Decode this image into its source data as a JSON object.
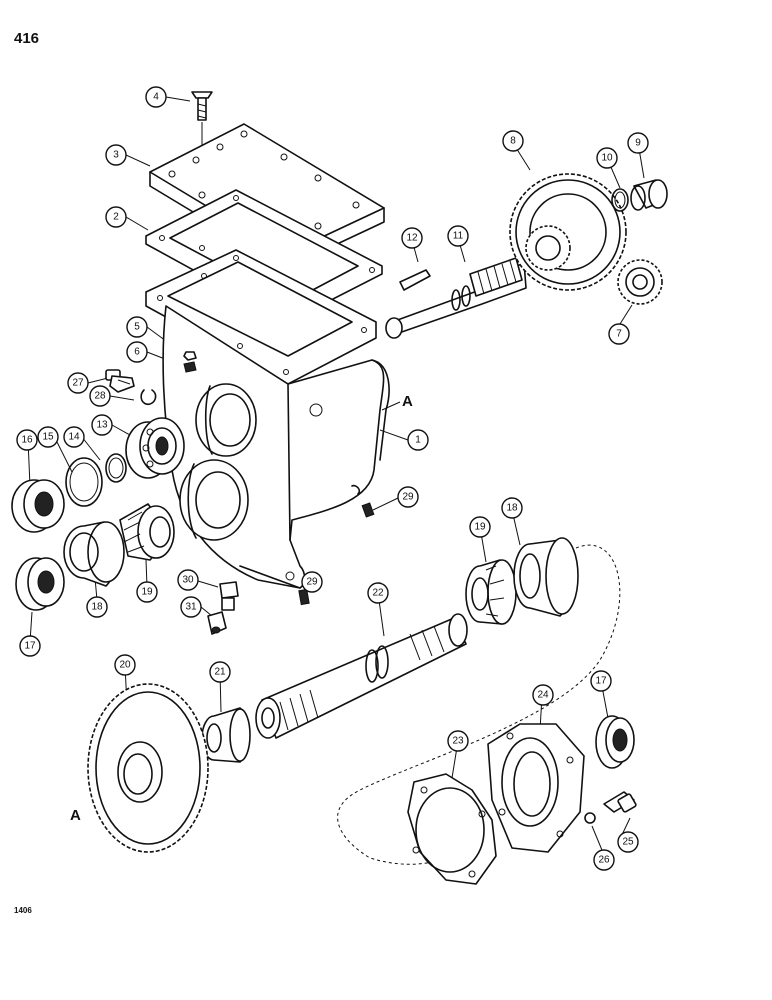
{
  "page": {
    "number": "416",
    "figure_code": "1406"
  },
  "reference_marks": [
    {
      "id": "ref-a-housing",
      "label": "A"
    },
    {
      "id": "ref-a-gear",
      "label": "A"
    }
  ],
  "callouts": {
    "c1": "1",
    "c2": "2",
    "c3": "3",
    "c4": "4",
    "c5": "5",
    "c6": "6",
    "c7": "7",
    "c8": "8",
    "c9": "9",
    "c10": "10",
    "c11": "11",
    "c12": "12",
    "c13": "13",
    "c14": "14",
    "c15": "15",
    "c16": "16",
    "c17a": "17",
    "c17b": "17",
    "c18a": "18",
    "c18b": "18",
    "c19a": "19",
    "c19b": "19",
    "c20": "20",
    "c21": "21",
    "c22": "22",
    "c23": "23",
    "c24": "24",
    "c25": "25",
    "c26": "26",
    "c27": "27",
    "c28": "28",
    "c29a": "29",
    "c29b": "29",
    "c30": "30",
    "c31": "31"
  }
}
